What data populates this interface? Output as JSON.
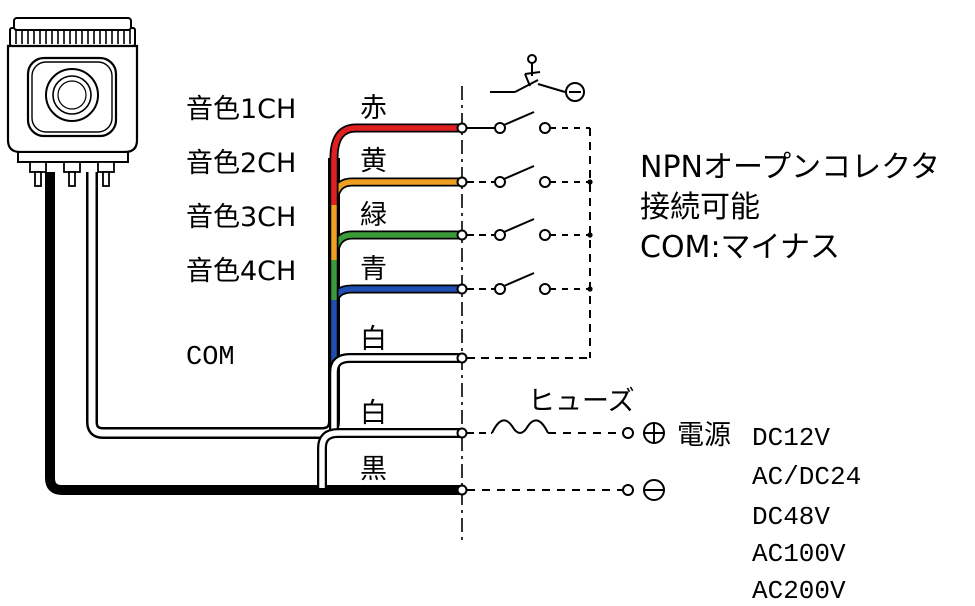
{
  "channels": [
    {
      "label": "音色1CH",
      "color_name": "赤",
      "color": "#e02020"
    },
    {
      "label": "音色2CH",
      "color_name": "黄",
      "color": "#f0a020"
    },
    {
      "label": "音色3CH",
      "color_name": "緑",
      "color": "#3a9a3a"
    },
    {
      "label": "音色4CH",
      "color_name": "青",
      "color": "#1f4fb0"
    }
  ],
  "com": {
    "label": "COM",
    "color_name": "白"
  },
  "power_wires": [
    {
      "color_name": "白"
    },
    {
      "color_name": "黒"
    }
  ],
  "notes": {
    "line1": "NPNオープンコレクタ",
    "line2": "接続可能",
    "line3": "COM:マイナス"
  },
  "fuse_label": "ヒューズ",
  "power": {
    "plus_symbol": "⊕",
    "minus_symbol": "⊖",
    "label": "電源",
    "voltages": [
      "DC12V",
      "AC/DC24",
      "DC48V",
      "AC100V",
      "AC200V"
    ]
  },
  "colors": {
    "red": "#e02020",
    "yellow": "#f0a020",
    "green": "#3a9a3a",
    "blue": "#1f4fb0",
    "black": "#000000"
  }
}
